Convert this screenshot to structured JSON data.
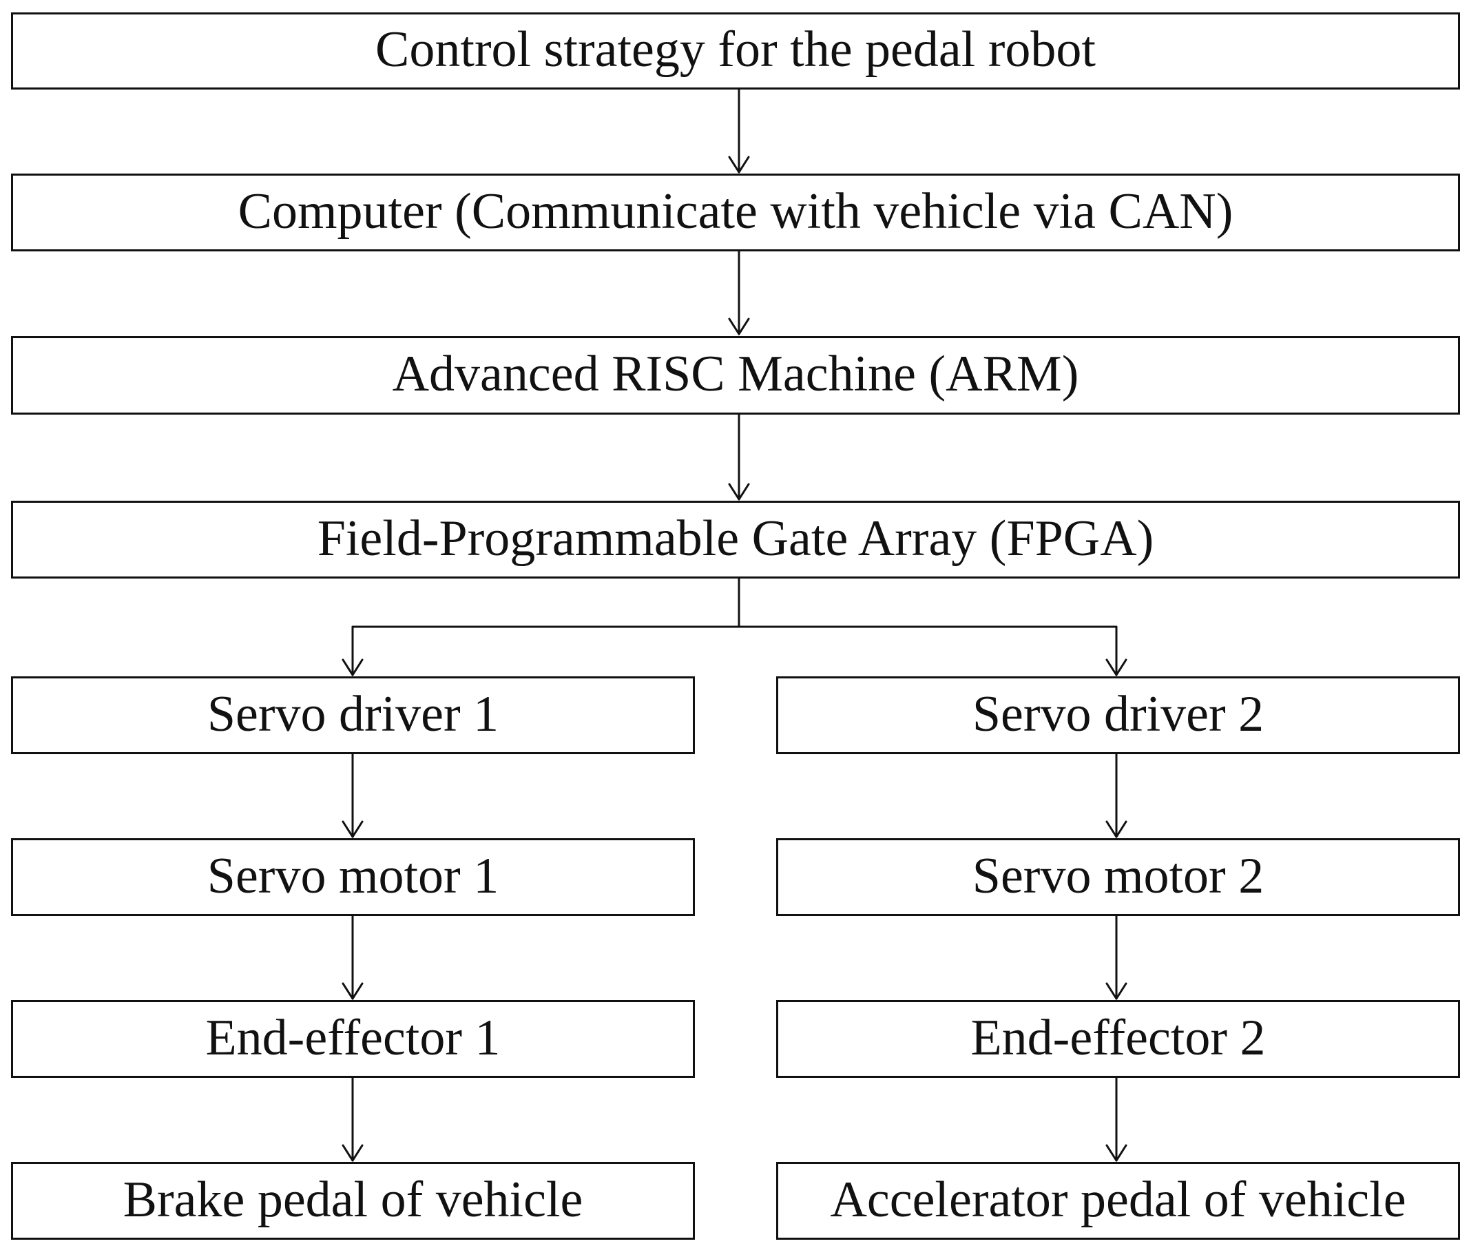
{
  "diagram": {
    "type": "flowchart",
    "nodes": {
      "control_strategy": "Control strategy for the pedal robot",
      "computer": "Computer (Communicate with vehicle via CAN)",
      "arm": "Advanced RISC Machine (ARM)",
      "fpga": "Field-Programmable Gate Array (FPGA)",
      "servo_driver_1": "Servo driver 1",
      "servo_driver_2": "Servo driver 2",
      "servo_motor_1": "Servo motor 1",
      "servo_motor_2": "Servo motor 2",
      "end_effector_1": "End-effector 1",
      "end_effector_2": "End-effector 2",
      "brake_pedal": "Brake pedal of vehicle",
      "accelerator_pedal": "Accelerator pedal of vehicle"
    },
    "edges": [
      [
        "control_strategy",
        "computer"
      ],
      [
        "computer",
        "arm"
      ],
      [
        "arm",
        "fpga"
      ],
      [
        "fpga",
        "servo_driver_1"
      ],
      [
        "fpga",
        "servo_driver_2"
      ],
      [
        "servo_driver_1",
        "servo_motor_1"
      ],
      [
        "servo_motor_1",
        "end_effector_1"
      ],
      [
        "end_effector_1",
        "brake_pedal"
      ],
      [
        "servo_driver_2",
        "servo_motor_2"
      ],
      [
        "servo_motor_2",
        "end_effector_2"
      ],
      [
        "end_effector_2",
        "accelerator_pedal"
      ]
    ],
    "colors": {
      "line": "#111111",
      "box_fill": "#ffffff",
      "text": "#111111"
    }
  }
}
